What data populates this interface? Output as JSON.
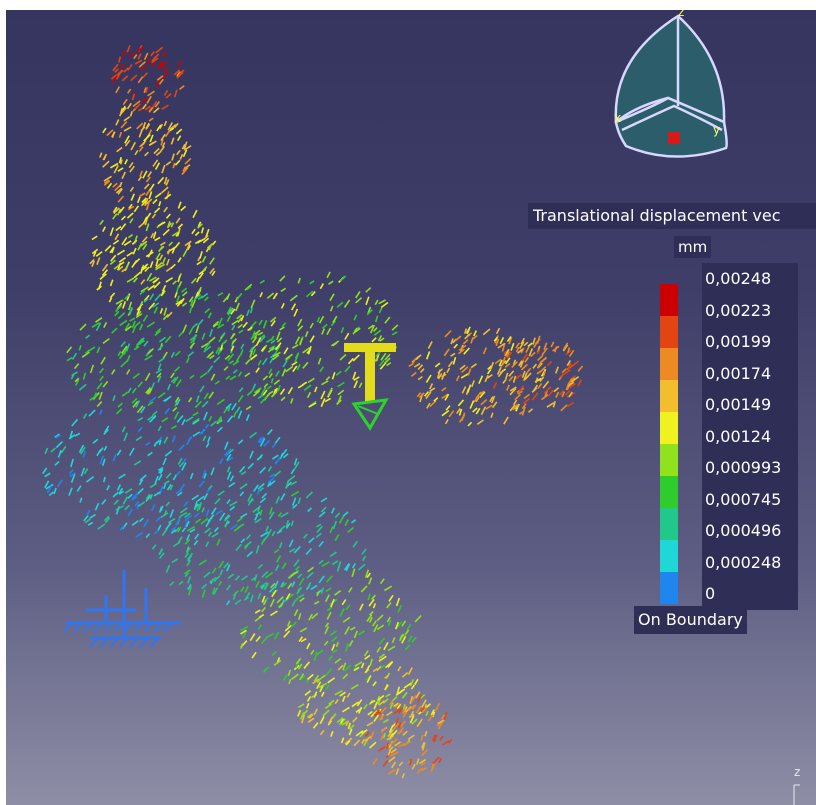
{
  "legend": {
    "title": "Translational displacement vec",
    "unit": "mm",
    "values": [
      "0,00248",
      "0,00223",
      "0,00199",
      "0,00174",
      "0,00149",
      "0,00124",
      "0,000993",
      "0,000745",
      "0,000496",
      "0,000248",
      "0"
    ],
    "colors": [
      "#cc0000",
      "#e34512",
      "#ee8a22",
      "#f3be2e",
      "#eff21e",
      "#8fe21c",
      "#2ecc2c",
      "#22c88a",
      "#1fd7d7",
      "#1f86f0",
      "#0b18c8"
    ],
    "footer": "On Boundary"
  },
  "compass": {
    "axis_x": "x",
    "axis_y": "y",
    "axis_z": "z"
  },
  "corner_axis": {
    "label": "z"
  },
  "icons": {
    "clamp": "clamp-restraint-icon",
    "force": "force-load-icon",
    "compass": "compass-icon"
  }
}
